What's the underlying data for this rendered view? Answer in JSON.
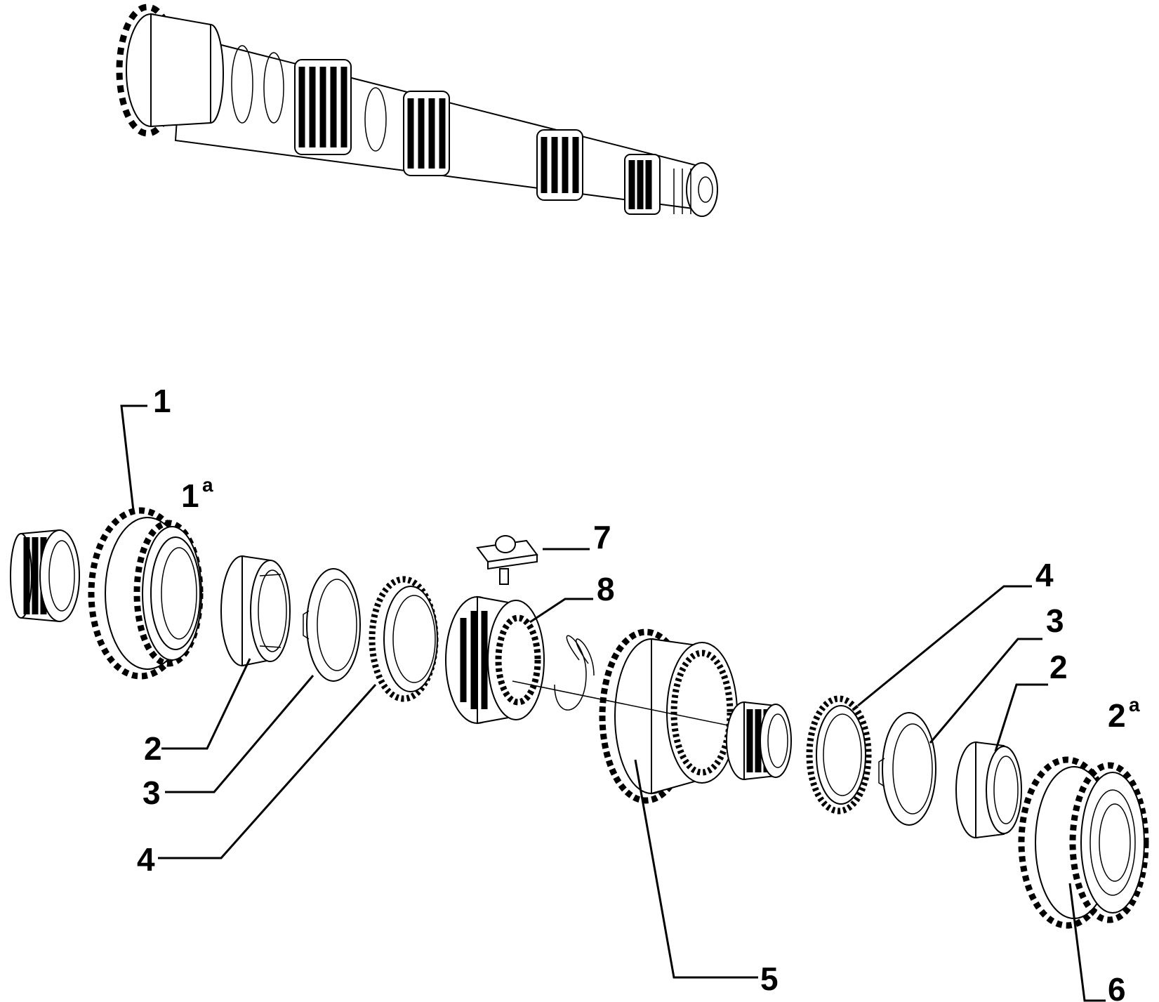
{
  "callouts": {
    "c1": "1",
    "c1a": "1",
    "c1a_sup": "a",
    "c2_left": "2",
    "c3_left": "3",
    "c4_left": "4",
    "c5": "5",
    "c6": "6",
    "c7": "7",
    "c8": "8",
    "c4_right": "4",
    "c3_right": "3",
    "c2_right": "2",
    "c2a": "2",
    "c2a_sup": "a"
  }
}
